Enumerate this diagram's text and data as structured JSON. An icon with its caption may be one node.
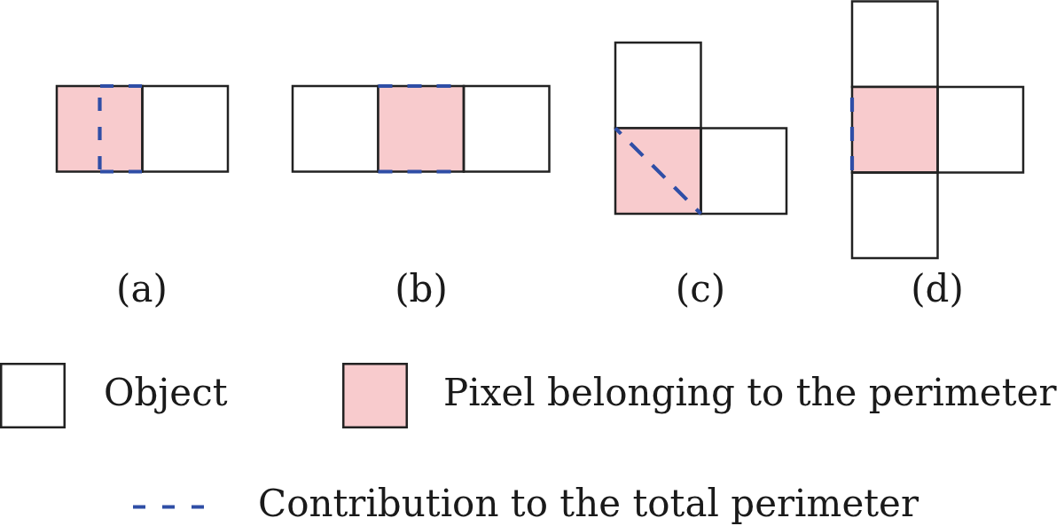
{
  "diagram": {
    "labels": [
      "(a)",
      "(b)",
      "(c)",
      "(d)"
    ],
    "legend": [
      {
        "text": "Object"
      },
      {
        "text": "Pixel belonging to the perimeter",
        "color": "#f8cbcd"
      },
      {
        "text": "Contribution to the total perimeter"
      }
    ]
  }
}
